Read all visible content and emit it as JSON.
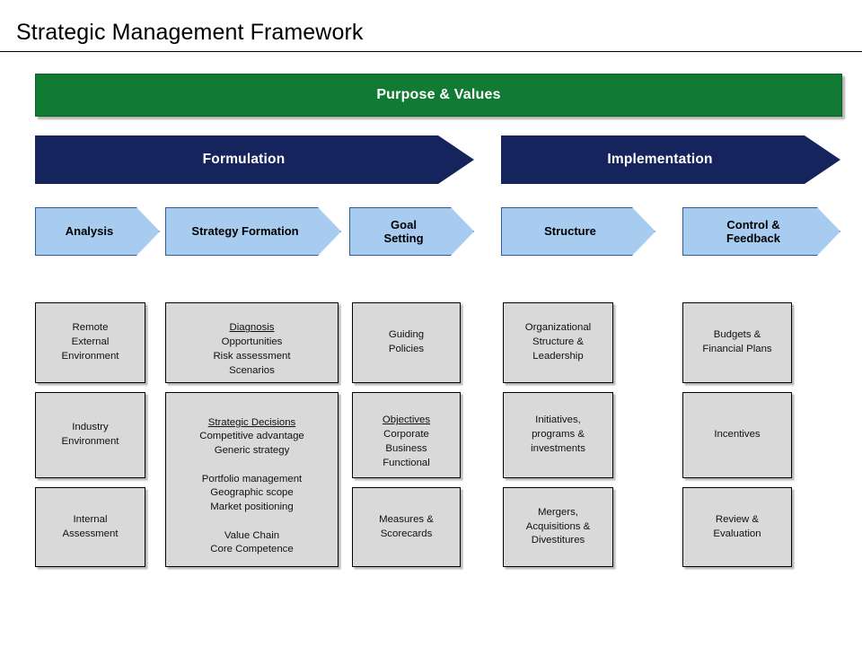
{
  "page": {
    "title": "Strategic Management Framework"
  },
  "colors": {
    "green_band": "#117A33",
    "navy_arrow": "#16245E",
    "light_chevron": "#A8CBF0",
    "chevron_border": "#2E5A9C",
    "box_fill": "#D9D9D9",
    "box_border": "#000000",
    "text_on_dark": "#FFFFFF",
    "text_dark": "#111111"
  },
  "banner": {
    "label": "Purpose & Values"
  },
  "phases": [
    {
      "label": "Formulation"
    },
    {
      "label": "Implementation"
    }
  ],
  "stages": [
    {
      "label": "Analysis"
    },
    {
      "label": "Strategy Formation"
    },
    {
      "label": "Goal\nSetting"
    },
    {
      "label": "Structure"
    },
    {
      "label": "Control &\nFeedback"
    }
  ],
  "boxes": {
    "analysis_remote": {
      "body": "Remote\nExternal\nEnvironment"
    },
    "analysis_industry": {
      "body": "Industry\nEnvironment"
    },
    "analysis_internal": {
      "body": "Internal\nAssessment"
    },
    "strategy_diagnosis_header": "Diagnosis",
    "strategy_diagnosis_body": "Opportunities\nRisk assessment\nScenarios",
    "strategy_decisions_header": "Strategic Decisions",
    "strategy_decisions_body": "Competitive advantage\nGeneric strategy\n\nPortfolio management\nGeographic scope\nMarket positioning\n\nValue Chain\nCore Competence",
    "goal_guiding": {
      "body": "Guiding\nPolicies"
    },
    "goal_objectives_header": "Objectives",
    "goal_objectives_body": "Corporate\nBusiness\nFunctional",
    "goal_measures": {
      "body": "Measures &\nScorecards"
    },
    "structure_org": {
      "body": "Organizational\nStructure &\nLeadership"
    },
    "structure_initiatives": {
      "body": "Initiatives,\nprograms &\ninvestments"
    },
    "structure_mergers": {
      "body": "Mergers,\nAcquisitions &\nDivestitures"
    },
    "control_budgets": {
      "body": "Budgets &\nFinancial Plans"
    },
    "control_incentives": {
      "body": "Incentives"
    },
    "control_review": {
      "body": "Review &\nEvaluation"
    }
  }
}
